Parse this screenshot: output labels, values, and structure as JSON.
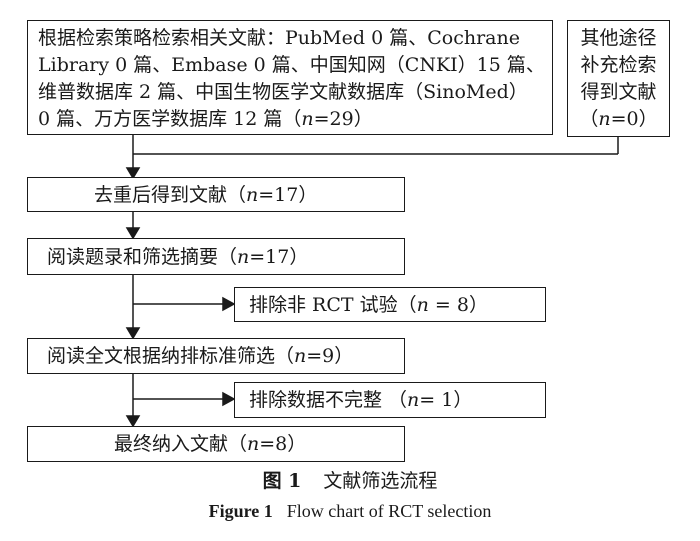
{
  "flowchart": {
    "search": {
      "lines": [
        "根据检索策略检索相关文献：PubMed 0 篇、Cochrane",
        "Library 0 篇、Embase 0 篇、中国知网（CNKI）15 篇、",
        "维普数据库 2 篇、中国生物医学文献数据库（SinoMed）",
        "0 篇、万方医学数据库 12 篇（n=29）"
      ]
    },
    "other": {
      "lines": [
        "其他途径",
        "补充检索",
        "得到文献",
        "（n=0）"
      ]
    },
    "dedup": "去重后得到文献（n=17）",
    "screen": "阅读题录和筛选摘要（n=17）",
    "exclude1": "排除非 RCT 试验（n = 8）",
    "fulltext": "阅读全文根据纳排标准筛选（n=9）",
    "exclude2": "排除数据不完整 （n= 1）",
    "final": "最终纳入文献（n=8）"
  },
  "caption": {
    "cn_label": "图 1",
    "cn_text": "文献筛选流程",
    "en_label": "Figure 1",
    "en_text": "Flow chart of RCT selection"
  }
}
